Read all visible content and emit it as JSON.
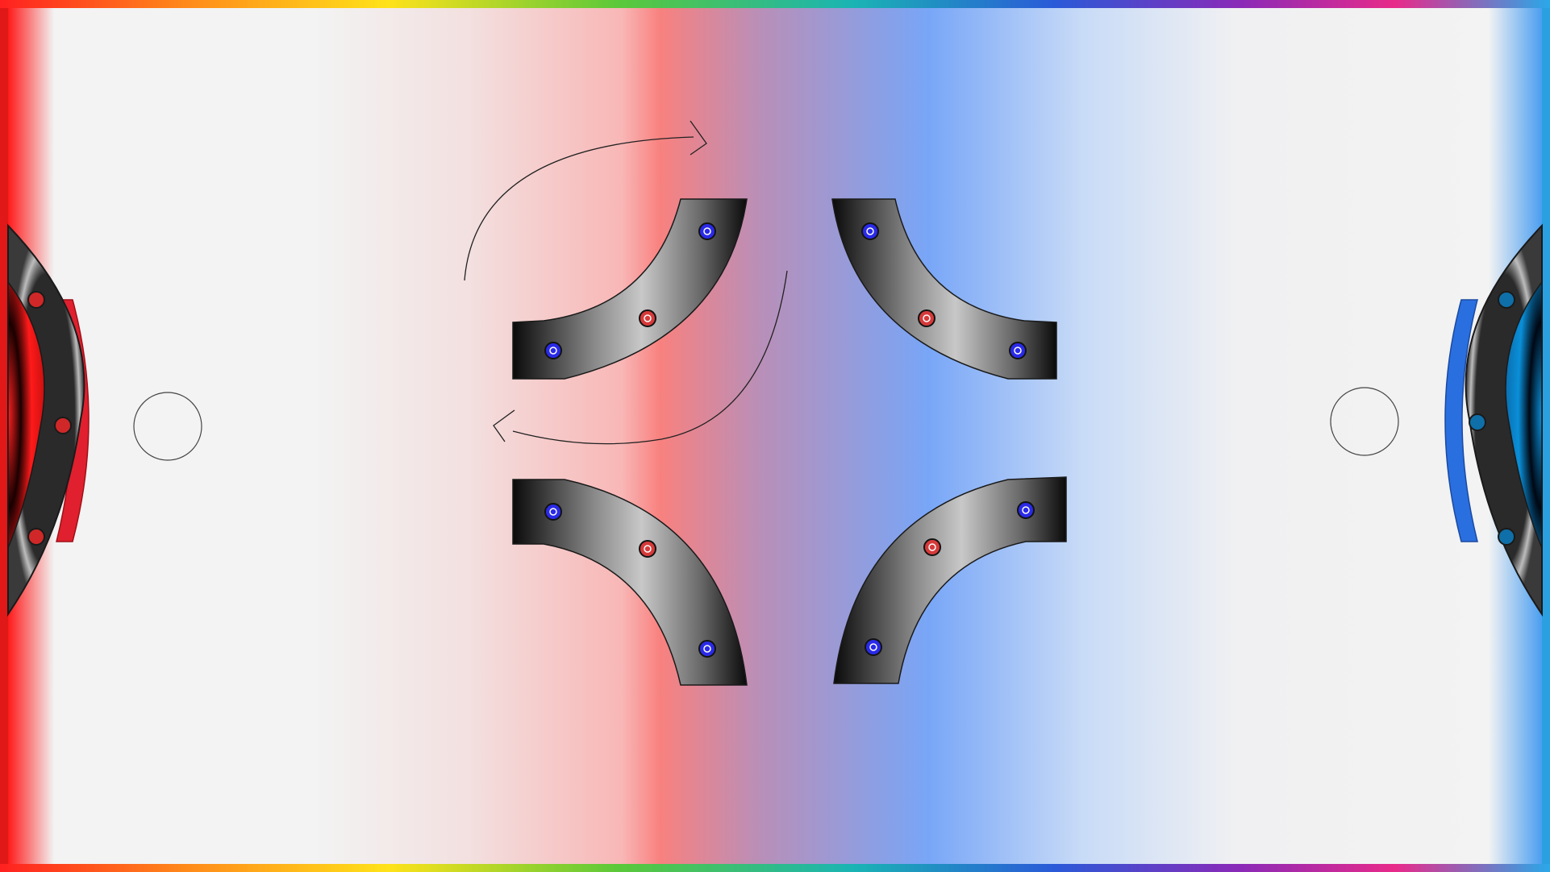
{
  "colors": {
    "field_left_edge": "#ff1a1a",
    "field_center_red": "#f8817f",
    "field_center_mid": "#b98fb8",
    "field_center_blue": "#78a6f7",
    "field_right_edge": "#4a9ef0",
    "field_plain": "#f3f3f3",
    "team_red": "#e0202e",
    "team_blue": "#2a6fe0",
    "goal_blue_core": "#0a8fd8",
    "pin_blue": "#2a2ae8",
    "pin_red": "#d63a3a",
    "pin_dark_blue": "#0f6fa8",
    "frame_rainbow": [
      "#ff2020",
      "#ff8a1a",
      "#ffe21a",
      "#5ac83a",
      "#1ab4b4",
      "#2a5ad8",
      "#8a2ab8",
      "#e82a8a",
      "#2aa8e8"
    ]
  },
  "board": {
    "left_goal": {
      "team": "red",
      "icon": "goal-red-icon"
    },
    "right_goal": {
      "team": "blue",
      "icon": "goal-blue-icon"
    },
    "left_paddle": {
      "icon": "paddle-ring-icon"
    },
    "right_paddle": {
      "icon": "paddle-ring-icon"
    },
    "bumpers": [
      {
        "id": "top-left",
        "icon": "curved-bumper-icon"
      },
      {
        "id": "top-right",
        "icon": "curved-bumper-icon"
      },
      {
        "id": "bottom-left",
        "icon": "curved-bumper-icon"
      },
      {
        "id": "bottom-right",
        "icon": "curved-bumper-icon"
      }
    ],
    "rotation_indicator": {
      "direction": "clockwise",
      "icon": "rotate-arrows-icon"
    }
  }
}
